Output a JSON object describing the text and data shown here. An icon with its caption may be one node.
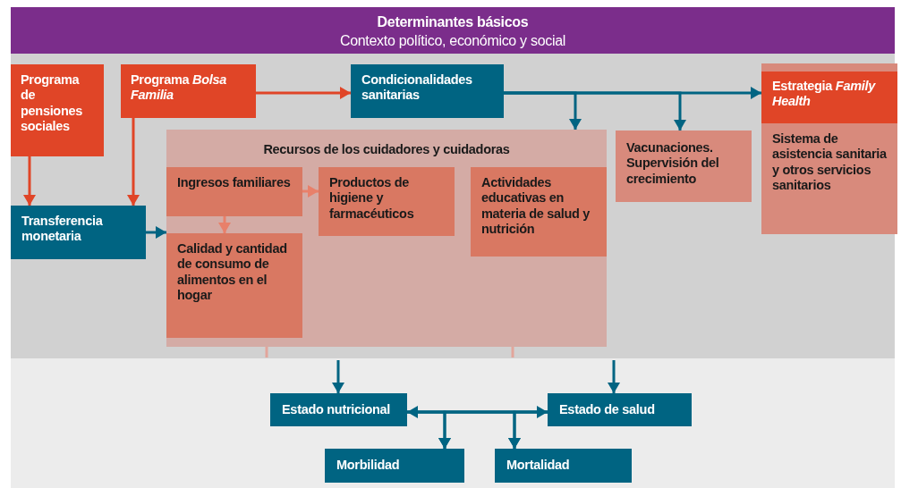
{
  "diagram": {
    "nodes": [
      {
        "text": [
          "Determinantes básicos",
          "Contexto político, económico y social"
        ]
      },
      {
        "text": [
          "Programa de pensiones sociales"
        ]
      },
      {
        "text": [
          "Programa *Bolsa Familia*"
        ]
      },
      {
        "text": [
          "Condicionalidades sanitarias"
        ]
      },
      {
        "text": [
          "Estrategia *Family Health*",
          "Sistema de asistencia sanitaria y otros servicios sanitarios"
        ]
      },
      {
        "text": [
          "Recursos de los cuidadores y cuidadoras"
        ]
      },
      {
        "text": [
          "Ingresos familiares"
        ],
        "in": 5
      },
      {
        "text": [
          "Productos de higiene y farmacéuticos"
        ],
        "in": 5
      },
      {
        "text": [
          "Actividades educativas en materia de salud y nutrición"
        ],
        "in": 5
      },
      {
        "text": [
          "Calidad y cantidad de consumo de alimentos en el hogar"
        ],
        "in": 5
      },
      {
        "text": [
          "Vacunaciones. Supervisión del crecimiento"
        ]
      },
      {
        "text": [
          "Transferencia monetaria"
        ]
      },
      {
        "text": [
          "Estado nutricional"
        ]
      },
      {
        "text": [
          "Estado de salud"
        ]
      },
      {
        "text": [
          "Morbilidad"
        ]
      },
      {
        "text": [
          "Mortalidad"
        ]
      }
    ],
    "edges": [
      {
        "from": 1,
        "to": 11,
        "arrow": "to",
        "color": "#e04527"
      },
      {
        "from": 2,
        "to": 11,
        "arrow": "to",
        "color": "#e04527"
      },
      {
        "from": 2,
        "to": 3,
        "arrow": "to",
        "color": "#e04527"
      },
      {
        "from": 3,
        "to": 5,
        "arrow": "to"
      },
      {
        "from": 3,
        "to": 10,
        "arrow": "to"
      },
      {
        "from": 3,
        "to": 4,
        "arrow": "to"
      },
      {
        "from": 11,
        "to": 5,
        "arrow": "to"
      },
      {
        "from": 6,
        "to": 7,
        "arrow": "to",
        "color": "#e8806a"
      },
      {
        "from": 6,
        "to": 9,
        "arrow": "to",
        "color": "#e8806a"
      },
      {
        "from": 5,
        "to": null,
        "arrow": "none",
        "color": "#e2a59b"
      },
      {
        "from": 5,
        "to": null,
        "arrow": "none",
        "color": "#e2a59b"
      },
      {
        "from": null,
        "to": 12,
        "arrow": "to"
      },
      {
        "from": null,
        "to": 13,
        "arrow": "to"
      },
      {
        "from": 12,
        "to": 13,
        "arrow": "both"
      },
      {
        "from": 12,
        "to": 14,
        "arrow": "to"
      },
      {
        "from": 13,
        "to": 14,
        "arrow": "to"
      },
      {
        "from": 12,
        "to": 15,
        "arrow": "to"
      },
      {
        "from": 13,
        "to": 15,
        "arrow": "to"
      }
    ]
  }
}
